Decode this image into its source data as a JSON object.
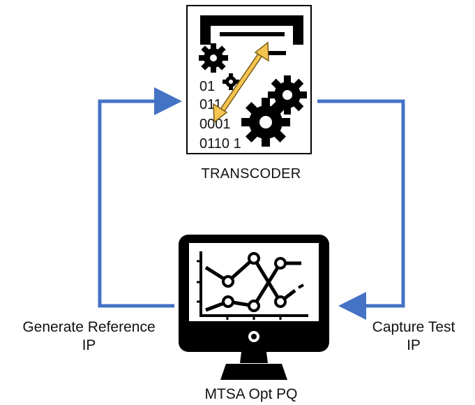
{
  "diagram": {
    "transcoder": {
      "label": "TRANSCODER",
      "icon": "transcoder-document-gear-icon",
      "binary_lines": [
        "01",
        "011",
        "0001",
        "0110 1"
      ]
    },
    "monitor": {
      "label": "MTSA Opt PQ",
      "icon": "monitor-line-chart-icon"
    },
    "left_flow": {
      "label_line1": "Generate Reference",
      "label_line2": "IP"
    },
    "right_flow": {
      "label_line1": "Capture Test",
      "label_line2": "IP"
    },
    "colors": {
      "arrow": "#4472C4",
      "swap_arrow": "#F5C451",
      "icon": "#000000"
    }
  }
}
